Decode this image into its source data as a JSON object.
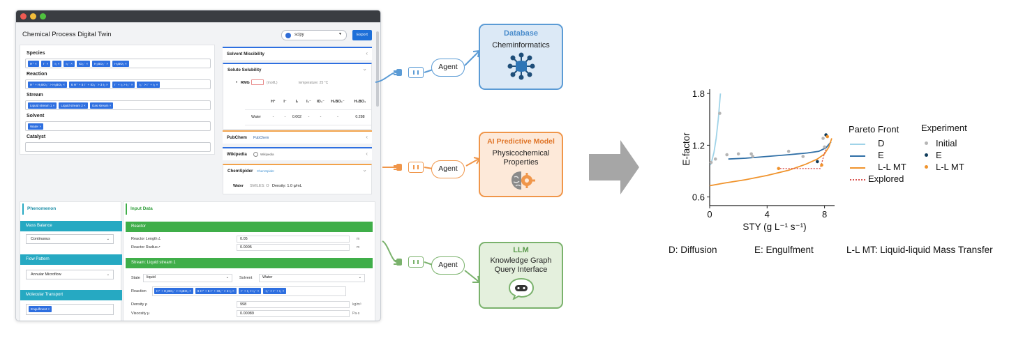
{
  "app": {
    "title": "Chemical Process Digital Twin",
    "engine": "scipy",
    "export_label": "Export",
    "species_label": "Species",
    "species": [
      "H⁺",
      "I⁻",
      "I₂",
      "I₃⁻",
      "IO₃⁻",
      "H₂BO₃⁻",
      "H₃BO₃"
    ],
    "reaction_label": "Reaction",
    "reactions": [
      "H⁺ + H₂BO₃⁻ > H₃BO₃",
      "6 H⁺ + 5 I⁻ + IO₃⁻ > 3 I₂",
      "I⁻ + I₂ > I₃⁻",
      "I₃⁻ > I⁻ + I₂"
    ],
    "stream_label": "Stream",
    "streams": [
      "Liquid stream 1",
      "Liquid stream 2",
      "Gas stream"
    ],
    "solvent_label": "Solvent",
    "solvents": [
      "Water"
    ],
    "catalyst_label": "Catalyst",
    "accordion": {
      "miscibility": "Solvent Miscibility",
      "solubility": "Solute Solubility",
      "rmg_label": "RMG",
      "rmg_unit": "(mol/L)",
      "temperature": "temperature: 25 °C",
      "table_headers": [
        "",
        "H⁺",
        "I⁻",
        "I₂",
        "I₃⁻",
        "IO₃⁻",
        "H₂BO₃⁻",
        "H₃BO₃"
      ],
      "table_row": [
        "Water",
        "-",
        "-",
        "0.002",
        "-",
        "-",
        "-",
        "0.288"
      ],
      "pubchem": "PubChem",
      "pubchem_logo": "PubChem",
      "wikipedia": "Wikipedia",
      "wikipedia_logo": "Wikipedia",
      "chemspider": "ChemSpider",
      "chemspider_logo": "ChemSpider",
      "cs_compound": "Water",
      "cs_smiles": "SMILES: O",
      "cs_density": "Density: 1.0 g/mL"
    },
    "phenomenon": {
      "title": "Phenomenon",
      "mass_balance_label": "Mass Balance",
      "mass_balance_value": "Continuous",
      "flow_pattern_label": "Flow Pattern",
      "flow_pattern_value": "Annular Microflow",
      "transport_label": "Molecular Transport",
      "transport_chip": "Engulfment"
    },
    "input": {
      "title": "Input Data",
      "reactor_label": "Reactor",
      "length_label": "Reactor Length 𝐿",
      "length_value": "0.05",
      "length_unit": "m",
      "radius_label": "Reactor Radius 𝑟",
      "radius_value": "0.0005",
      "radius_unit": "m",
      "stream_bar": "Stream: Liquid stream 1",
      "state_label": "State",
      "state_value": "liquid",
      "solvent_label": "Solvent",
      "solvent_value": "Water",
      "reaction_label": "Reaction",
      "density_label": "Density ρ",
      "density_value": "998",
      "density_unit": "kg/m³",
      "viscosity_label": "Viscosity μ",
      "viscosity_value": "0.00089",
      "viscosity_unit": "Pa·s"
    }
  },
  "diagram": {
    "agent_label": "Agent",
    "database": {
      "title": "Database",
      "subtitle": "Cheminformatics",
      "color": "#5b9bd5",
      "fill": "#dce9f6"
    },
    "ai": {
      "title": "AI Predictive Model",
      "subtitle_1": "Physicochemical",
      "subtitle_2": "Properties",
      "color": "#f0964a",
      "fill": "#fde9d9"
    },
    "llm": {
      "title": "LLM",
      "subtitle_1": "Knowledge Graph",
      "subtitle_2": "Query Interface",
      "color": "#7ab26c",
      "fill": "#e4f0dd"
    },
    "icons": [
      "database-network-icon",
      "brain-gear-icon",
      "chatbot-icon",
      "plug-icon",
      "arrow-right-icon"
    ]
  },
  "chart_data": {
    "type": "line",
    "xlabel": "STY (g L⁻¹ s⁻¹)",
    "ylabel": "E-factor",
    "xlim": [
      0,
      8.7
    ],
    "ylim": [
      0.5,
      1.85
    ],
    "xticks": [
      "0",
      "4",
      "8"
    ],
    "yticks": [
      "0.6",
      "1.2",
      "1.8"
    ],
    "xtick_values": [
      0,
      4,
      8
    ],
    "ytick_values": [
      0.6,
      1.2,
      1.8
    ],
    "pareto_title": "Pareto Front",
    "experiment_title": "Experiment",
    "series": [
      {
        "name": "D",
        "color": "#9fd3e8",
        "style": "solid",
        "x": [
          0.05,
          0.15,
          0.3,
          0.45,
          0.6,
          0.75
        ],
        "y": [
          0.97,
          1.02,
          1.12,
          1.28,
          1.5,
          1.8
        ]
      },
      {
        "name": "E",
        "color": "#2f6fa6",
        "style": "solid",
        "x": [
          1.3,
          2.5,
          4.0,
          5.5,
          6.8,
          7.6,
          8.1,
          8.45
        ],
        "y": [
          1.04,
          1.05,
          1.07,
          1.09,
          1.11,
          1.13,
          1.17,
          1.24
        ]
      },
      {
        "name": "L-L MT",
        "color": "#f0932c",
        "style": "solid",
        "x": [
          0.0,
          1.0,
          2.5,
          4.0,
          5.5,
          6.7,
          7.5,
          8.0,
          8.3,
          8.5
        ],
        "y": [
          0.73,
          0.76,
          0.8,
          0.85,
          0.91,
          0.98,
          1.04,
          1.1,
          1.18,
          1.28
        ]
      },
      {
        "name": "Explored",
        "color": "#d9534f",
        "style": "dotted",
        "x": [
          4.7,
          7.7,
          8.1
        ],
        "y": [
          0.93,
          0.93,
          1.17
        ]
      }
    ],
    "experiments": [
      {
        "name": "Initial",
        "color": "#b5b5b5",
        "points": [
          [
            0.1,
            1.0
          ],
          [
            0.4,
            1.04
          ],
          [
            0.7,
            1.57
          ],
          [
            1.2,
            1.09
          ],
          [
            2.0,
            1.1
          ],
          [
            2.9,
            1.1
          ],
          [
            3.0,
            1.07
          ],
          [
            5.5,
            1.13
          ],
          [
            6.5,
            1.07
          ],
          [
            7.9,
            1.28
          ],
          [
            8.0,
            1.18
          ]
        ]
      },
      {
        "name": "E",
        "color": "#0f3b5a",
        "points": [
          [
            7.5,
            1.01
          ],
          [
            8.1,
            1.32
          ]
        ]
      },
      {
        "name": "L-L MT",
        "color": "#f0932c",
        "points": [
          [
            4.8,
            0.93
          ],
          [
            7.8,
            0.97
          ],
          [
            8.2,
            1.3
          ]
        ]
      }
    ],
    "footnotes": [
      "D: Diffusion",
      "E: Engulfment",
      "L-L MT: Liquid-liquid Mass Transfer"
    ]
  }
}
